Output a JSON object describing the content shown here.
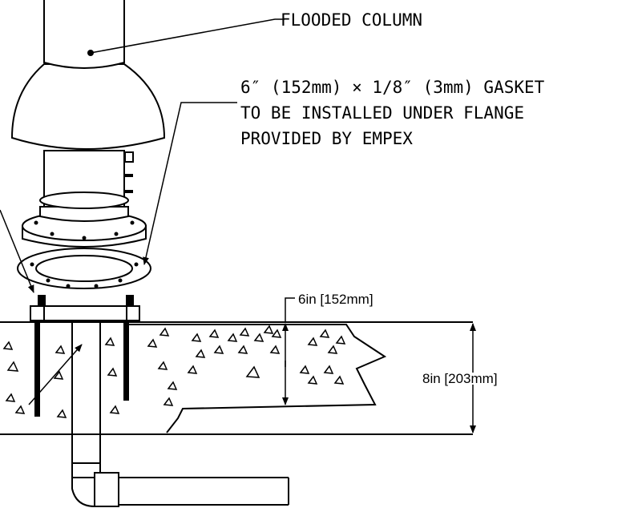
{
  "labels": {
    "flooded_column": "FLOODED COLUMN",
    "gasket_line1": "6″ (152mm) × 1/8″ (3mm) GASKET",
    "gasket_line2": "TO BE INSTALLED UNDER FLANGE",
    "gasket_line3": "PROVIDED BY EMPEX"
  },
  "dimensions": {
    "embed_depth": "6in [152mm]",
    "slab_thickness": "8in [203mm]"
  }
}
